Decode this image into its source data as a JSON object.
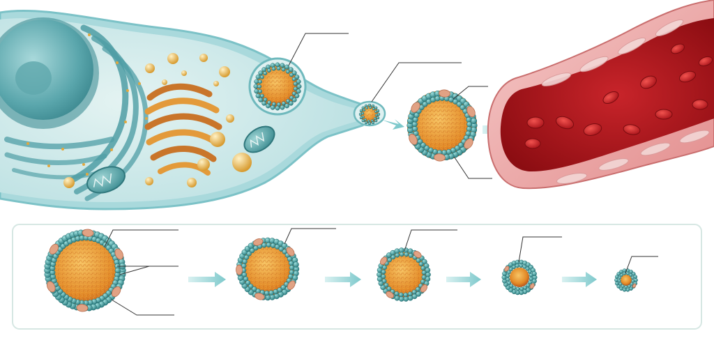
{
  "figure": {
    "labels": [],
    "colors": {
      "cytoplasm": "#bfe1e4",
      "membrane": "#9fd3d6",
      "nucleus": "#4f9ea5",
      "er": "#5aa7ad",
      "golgi": "#e39a3a",
      "granule": "#e9b24a",
      "lipid_core": "#e7962f",
      "phospholipid_head": "#3f9a9a",
      "apolipoprotein": "#d98a70",
      "vessel_wall": "#e9a7a6",
      "blood": "#b3141b",
      "rbc": "#d72a2e",
      "arrow": "#8fd0d3",
      "panel_border": "#d6e7e3",
      "leader_line": "#333333"
    },
    "top_flow": [
      {
        "stage": "cell"
      },
      {
        "stage": "secretory-vesicle"
      },
      {
        "stage": "exocytosis"
      },
      {
        "stage": "lipoprotein-particle"
      },
      {
        "stage": "blood-vessel"
      }
    ],
    "bottom_sequence": [
      {
        "stage": "particle-1"
      },
      {
        "stage": "particle-2"
      },
      {
        "stage": "particle-3"
      },
      {
        "stage": "particle-4"
      },
      {
        "stage": "particle-5"
      }
    ]
  }
}
